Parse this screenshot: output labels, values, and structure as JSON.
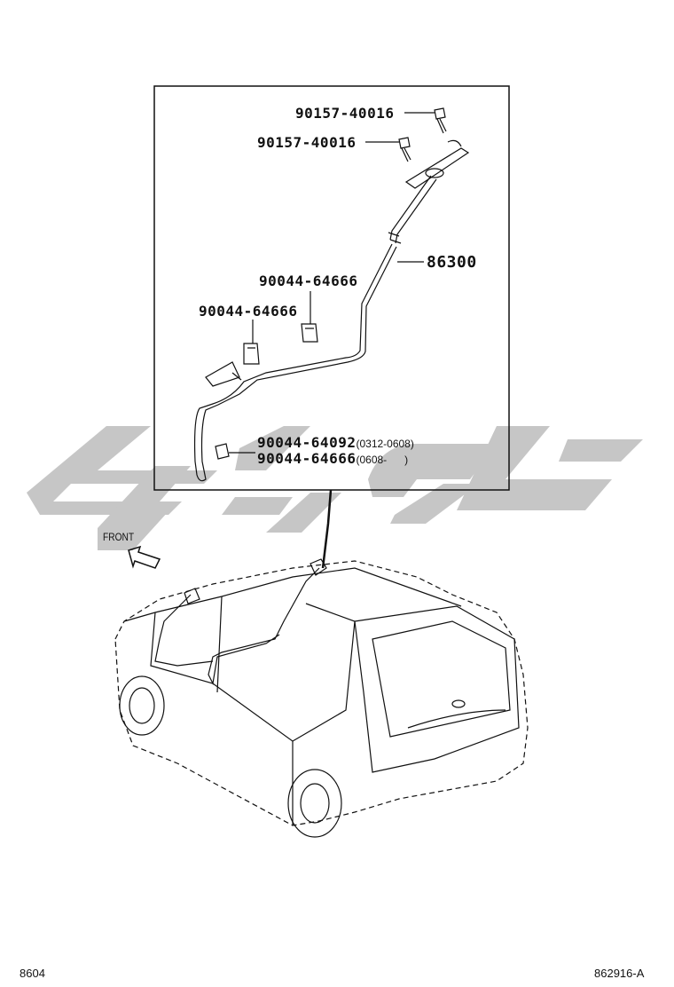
{
  "diagram": {
    "title_code": "8604",
    "figure_id": "862916-A",
    "front_label": "FRONT",
    "detail_box": {
      "parts": [
        {
          "part_no": "90157-40016",
          "range": ""
        },
        {
          "part_no": "90157-40016",
          "range": ""
        },
        {
          "part_no": "86300",
          "range": ""
        },
        {
          "part_no": "90044-64666",
          "range": ""
        },
        {
          "part_no": "90044-64666",
          "range": ""
        },
        {
          "part_no": "90044-64092",
          "range": "(0312-0608)"
        },
        {
          "part_no": "90044-64666",
          "range": "(0608-      )"
        }
      ]
    },
    "watermark": {
      "color": "#c8c8c8",
      "description": "large grey stylized logo watermark"
    },
    "colors": {
      "line": "#111111",
      "background": "#ffffff"
    }
  }
}
